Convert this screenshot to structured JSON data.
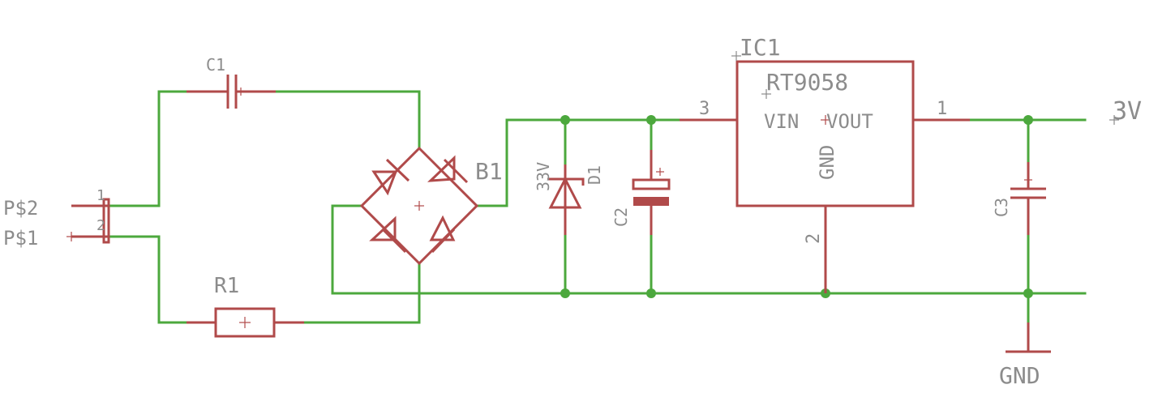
{
  "components": {
    "c1": {
      "name": "C1"
    },
    "c2": {
      "name": "C2"
    },
    "c3": {
      "name": "C3"
    },
    "r1": {
      "name": "R1"
    },
    "b1": {
      "name": "B1"
    },
    "d1": {
      "name": "D1",
      "value": "33V"
    },
    "ic1": {
      "name": "IC1",
      "value": "RT9058",
      "pin_vin": "VIN",
      "pin_vout": "VOUT",
      "pin_gnd": "GND",
      "pin1": "1",
      "pin2": "2",
      "pin3": "3"
    },
    "connector": {
      "pin_a": "P$2",
      "pin_b": "P$1",
      "num_a": "1",
      "num_b": "2"
    }
  },
  "nets": {
    "output": "3V",
    "ground": "GND"
  },
  "colors": {
    "wire": "#4ca83d",
    "component": "#b04a4a",
    "label": "#8c8c8c"
  }
}
